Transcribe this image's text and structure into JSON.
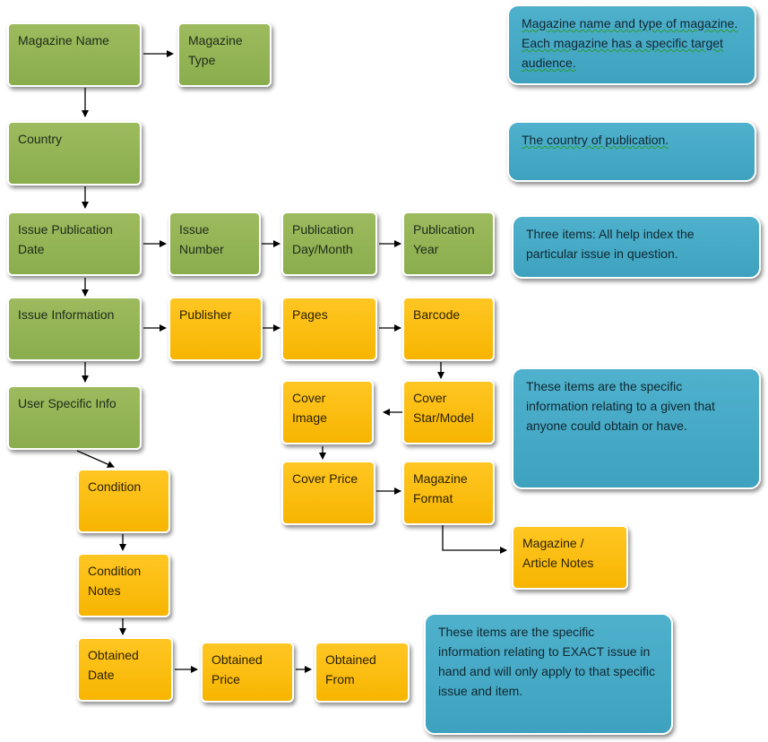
{
  "nodes": {
    "magazine_name": "Magazine Name",
    "magazine_type": "Magazine Type",
    "country": "Country",
    "issue_publication_date": "Issue Publication Date",
    "issue_number": "Issue Number",
    "publication_day_month": "Publication Day/Month",
    "publication_year": "Publication Year",
    "issue_information": "Issue Information",
    "publisher": "Publisher",
    "pages": "Pages",
    "barcode": "Barcode",
    "user_specific_info": "User Specific Info",
    "cover_image": "Cover Image",
    "cover_star_model": "Cover Star/Model",
    "cover_price": "Cover Price",
    "magazine_format": "Magazine Format",
    "condition": "Condition",
    "magazine_article_notes": "Magazine / Article Notes",
    "condition_notes": "Condition Notes",
    "obtained_date": "Obtained Date",
    "obtained_price": "Obtained Price",
    "obtained_from": "Obtained From"
  },
  "notes": {
    "magazine_note": "Magazine name and type of magazine.  Each magazine has a specific target audience.",
    "country_note": "The country of publication.",
    "three_items_note": "Three items: All help index the particular issue in question.",
    "specific_items_note": "These items are the specific information relating to a given that anyone could obtain or have.",
    "exact_issue_note": "These items are the specific information relating to EXACT issue in hand and will only apply to that specific issue and item."
  },
  "colors": {
    "green": "#8fb050",
    "yellow": "#fbbb0c",
    "blue": "#44a8c4"
  }
}
